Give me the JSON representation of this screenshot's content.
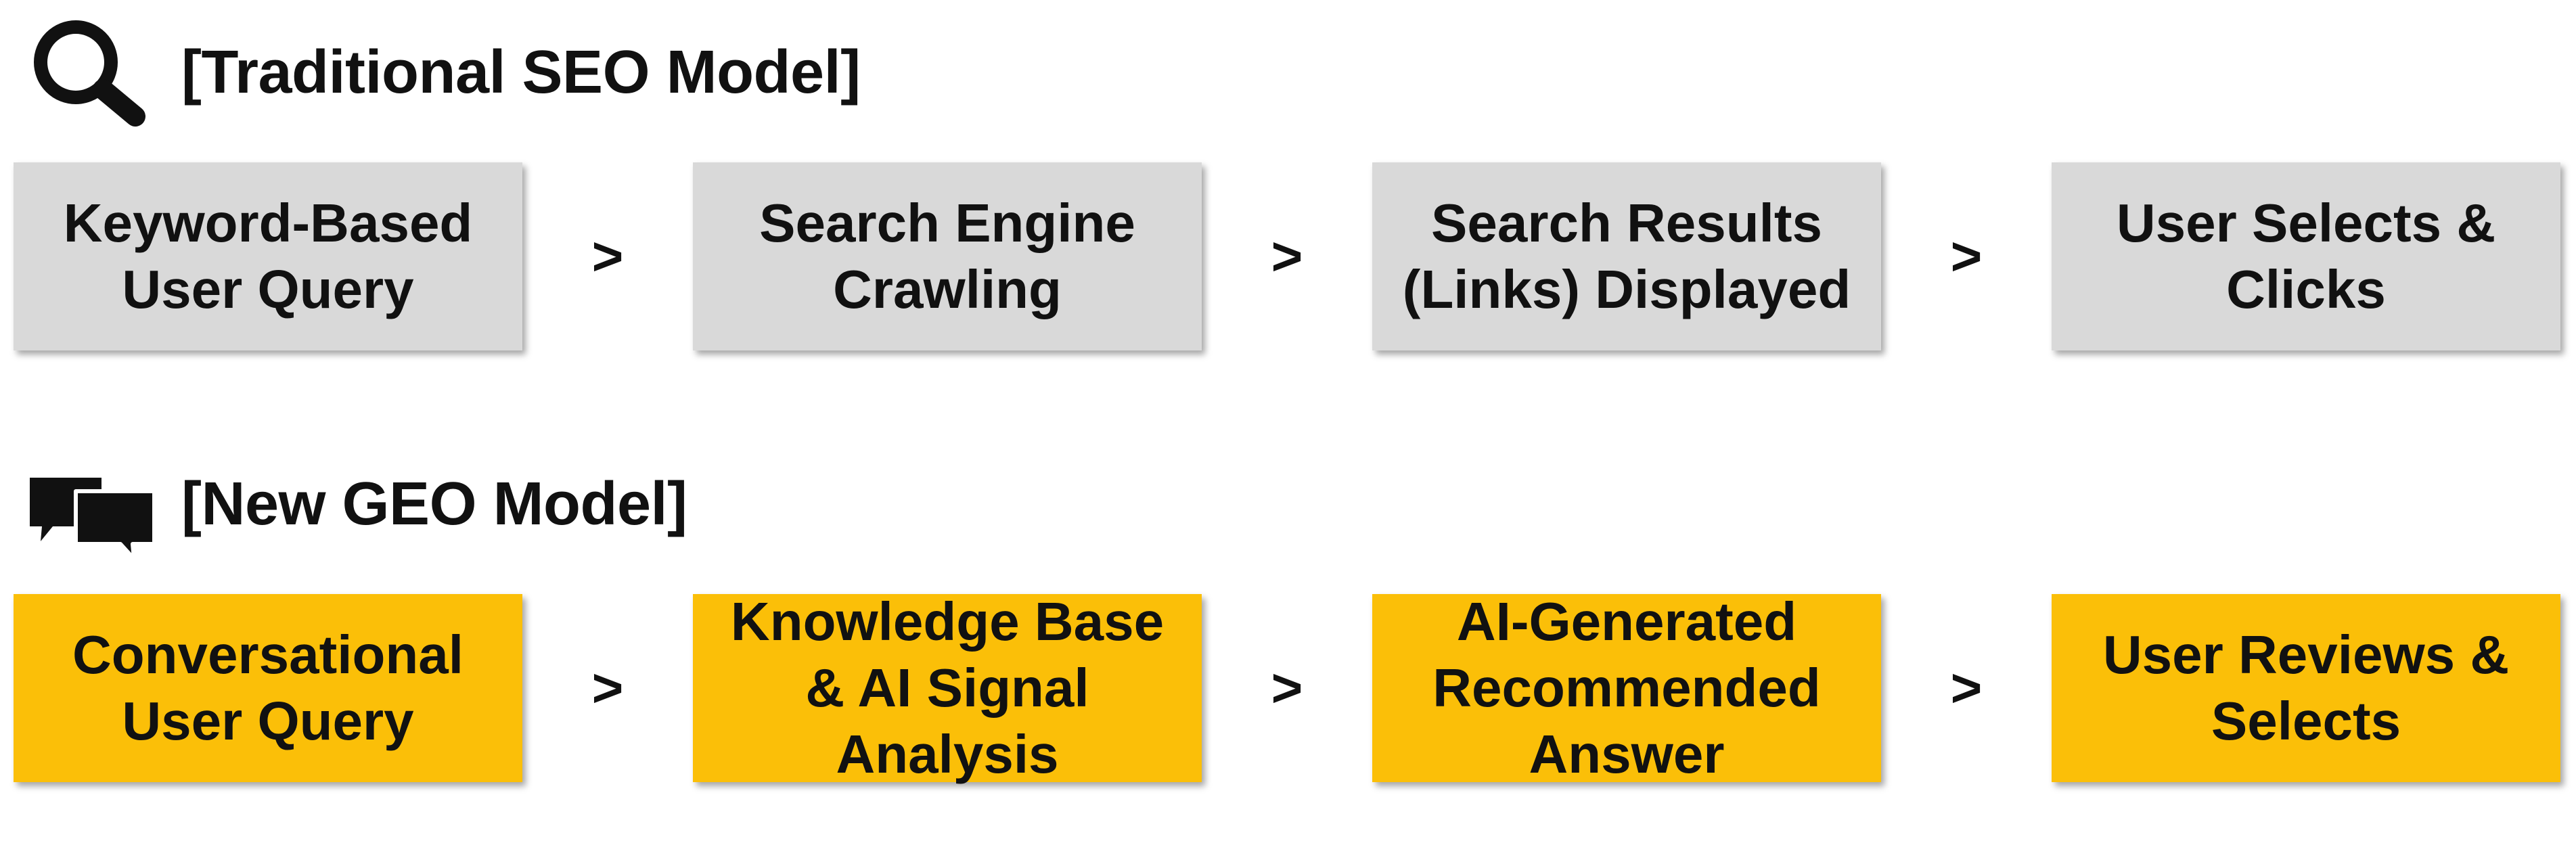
{
  "seo": {
    "title": "[Traditional SEO Model]",
    "icon": "search-icon",
    "box_color": "#d9d9d9",
    "steps": [
      "Keyword-Based User Query",
      "Search Engine Crawling",
      "Search Results (Links) Displayed",
      "User Selects & Clicks"
    ],
    "steps_lines": [
      [
        "Keyword-Based",
        "User Query"
      ],
      [
        "Search Engine",
        "Crawling"
      ],
      [
        "Search Results",
        "(Links) Displayed"
      ],
      [
        "User Selects &",
        "Clicks"
      ]
    ]
  },
  "geo": {
    "title": "[New GEO Model]",
    "icon": "chat-bubbles-icon",
    "box_color": "#fbbf08",
    "steps": [
      "Conversational User Query",
      "Knowledge Base & AI Signal Analysis",
      "AI-Generated Recommended Answer",
      "User Reviews & Selects"
    ],
    "steps_lines": [
      [
        "Conversational",
        "User Query"
      ],
      [
        "Knowledge Base",
        "& AI Signal",
        "Analysis"
      ],
      [
        "AI-Generated",
        "Recommended",
        "Answer"
      ],
      [
        "User Reviews &",
        "Selects"
      ]
    ]
  },
  "arrow_symbol": ">"
}
